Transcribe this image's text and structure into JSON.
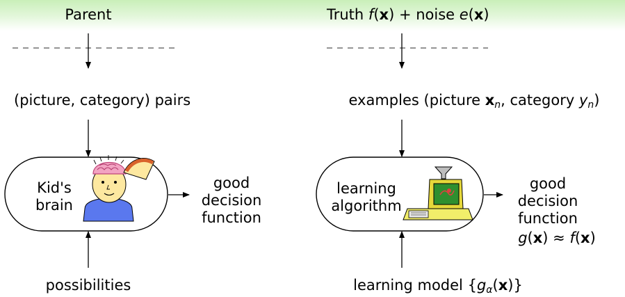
{
  "left": {
    "source": "Parent",
    "data": "(picture, category) pairs",
    "box_line1": "Kid's",
    "box_line2": "brain",
    "output_line1": "good",
    "output_line2": "decision",
    "output_line3": "function",
    "bottom": "possibilities"
  },
  "right": {
    "source_prefix": "Truth ",
    "source_f": "f",
    "source_x1": "x",
    "source_mid": " + noise ",
    "source_e": "e",
    "source_x2": "x",
    "data_prefix": "examples (picture ",
    "data_x": "x",
    "data_n1": "n",
    "data_mid": ", category ",
    "data_y": "y",
    "data_n2": "n",
    "data_suffix": ")",
    "box_line1": "learning",
    "box_line2": "algorithm",
    "output_line1": "good",
    "output_line2": "decision",
    "output_line3": "function",
    "output_g": "g",
    "output_x1": "x",
    "output_approx": " ≈ ",
    "output_f": "f",
    "output_x2": "x",
    "bottom_prefix": "learning model {",
    "bottom_g": "g",
    "bottom_alpha": "α",
    "bottom_x": "x",
    "bottom_suffix": ")}"
  },
  "icons": {
    "left_box": "kid-with-open-brain-icon",
    "right_box": "computer-with-funnel-icon"
  }
}
